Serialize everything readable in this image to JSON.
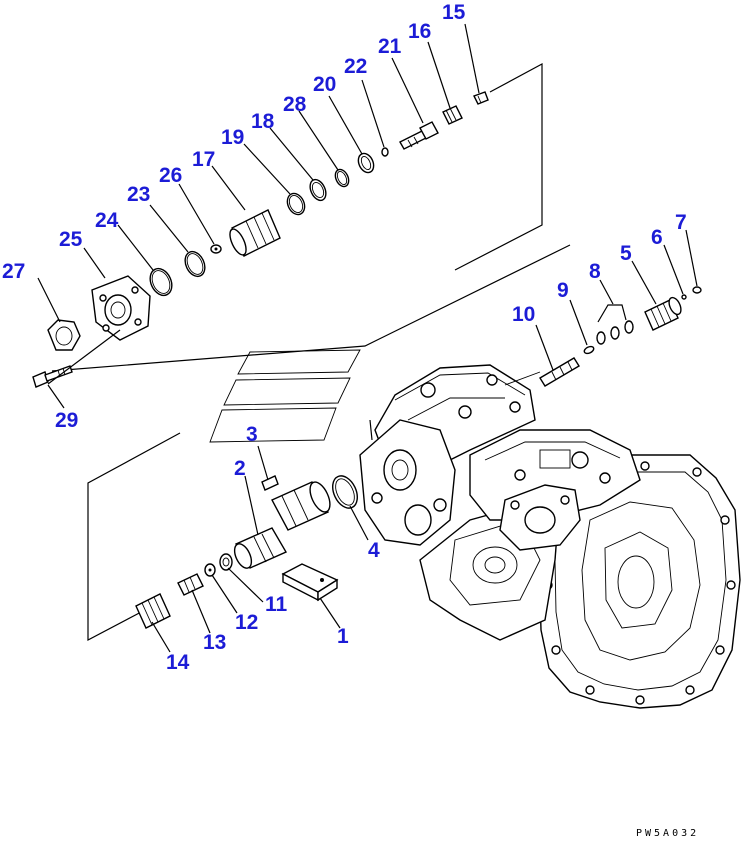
{
  "diagram": {
    "drawing_code": "PW5A032",
    "callouts": [
      {
        "id": "p1",
        "label": "1"
      },
      {
        "id": "p2",
        "label": "2"
      },
      {
        "id": "p3",
        "label": "3"
      },
      {
        "id": "p4",
        "label": "4"
      },
      {
        "id": "p5",
        "label": "5"
      },
      {
        "id": "p6",
        "label": "6"
      },
      {
        "id": "p7",
        "label": "7"
      },
      {
        "id": "p8",
        "label": "8"
      },
      {
        "id": "p9",
        "label": "9"
      },
      {
        "id": "p10",
        "label": "10"
      },
      {
        "id": "p11",
        "label": "11"
      },
      {
        "id": "p12",
        "label": "12"
      },
      {
        "id": "p13",
        "label": "13"
      },
      {
        "id": "p14",
        "label": "14"
      },
      {
        "id": "p15",
        "label": "15"
      },
      {
        "id": "p16",
        "label": "16"
      },
      {
        "id": "p17",
        "label": "17"
      },
      {
        "id": "p18",
        "label": "18"
      },
      {
        "id": "p19",
        "label": "19"
      },
      {
        "id": "p20",
        "label": "20"
      },
      {
        "id": "p21",
        "label": "21"
      },
      {
        "id": "p22",
        "label": "22"
      },
      {
        "id": "p23",
        "label": "23"
      },
      {
        "id": "p24",
        "label": "24"
      },
      {
        "id": "p25",
        "label": "25"
      },
      {
        "id": "p26",
        "label": "26"
      },
      {
        "id": "p27",
        "label": "27"
      },
      {
        "id": "p28",
        "label": "28"
      },
      {
        "id": "p29",
        "label": "29"
      }
    ],
    "callout_color": "#1c1cd6",
    "line_color": "#000000"
  }
}
